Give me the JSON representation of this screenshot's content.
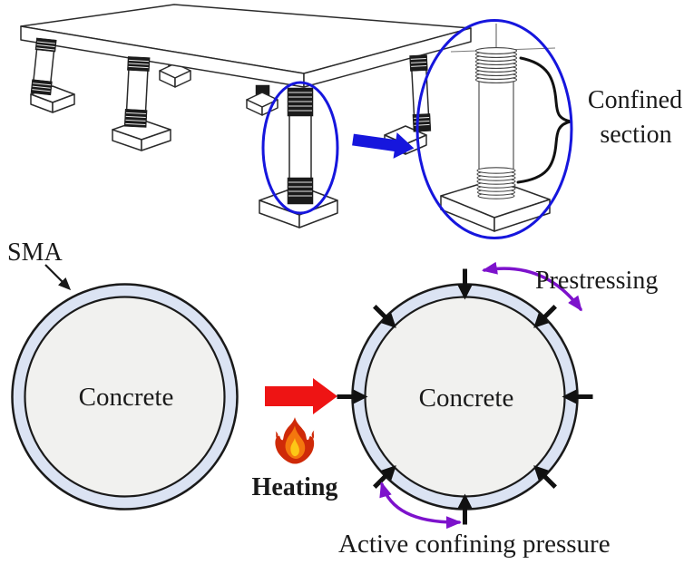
{
  "figure": {
    "top_illustration": {
      "confined_label_line1": "Confined",
      "confined_label_line2": "section"
    },
    "cross_sections": {
      "sma_label": "SMA",
      "left_concrete_label": "Concrete",
      "right_concrete_label": "Concrete",
      "heating_label": "Heating",
      "prestressing_label": "Prestressing",
      "active_pressure_label": "Active confining pressure"
    }
  },
  "colors": {
    "highlight_blue": "#1616dd",
    "arrow_red": "#ee1414",
    "heating_text_red": "#ee1111",
    "purple": "#7d12cc",
    "sma_ring_fill": "#dbe3f3",
    "concrete_fill": "#f1f1ef",
    "ink": "#1a1a1a"
  },
  "confining": {
    "arrow_angles_deg": [
      0,
      45,
      90,
      135,
      180,
      225,
      270,
      315
    ]
  }
}
